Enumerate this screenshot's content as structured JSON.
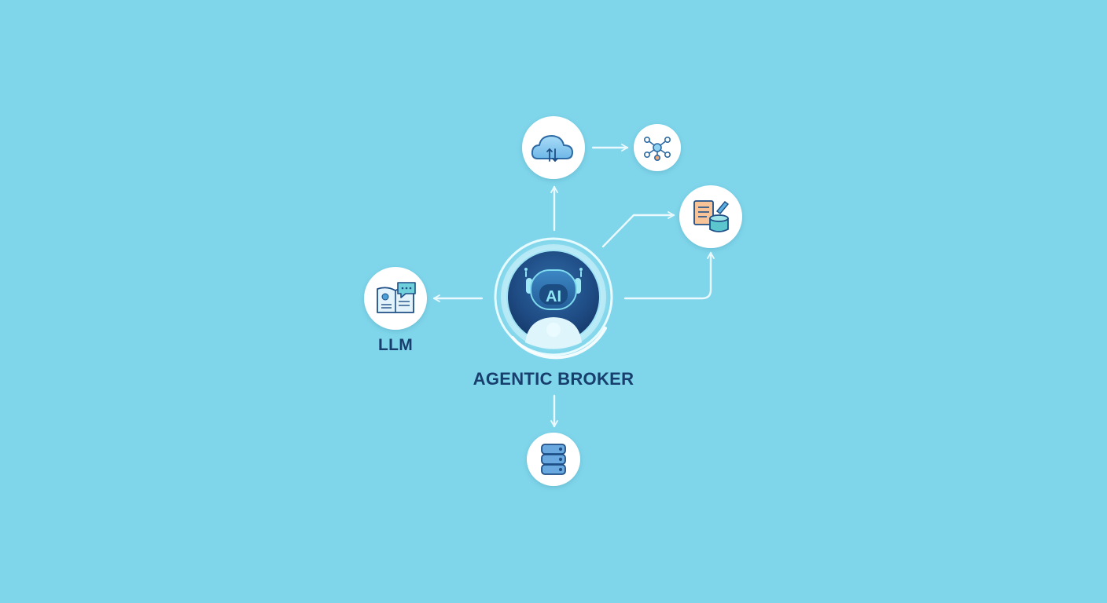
{
  "broker": {
    "label": "AGENTIC BROKER",
    "badge_text": "AI"
  },
  "nodes": [
    {
      "id": "llm",
      "label": "LLM",
      "icon": "book-chat-icon"
    },
    {
      "id": "cloud",
      "icon": "cloud-sync-icon"
    },
    {
      "id": "network",
      "icon": "network-graph-icon"
    },
    {
      "id": "docs-db",
      "icon": "document-database-icon"
    },
    {
      "id": "database",
      "icon": "database-server-icon"
    }
  ],
  "colors": {
    "background": "#7fd5ea",
    "node_fill": "#ffffff",
    "arrow": "#eaf9fd",
    "label_text": "#173e6c",
    "broker_core": "#1f4f86",
    "icon_blue": "#2d6aa3",
    "icon_teal": "#3ab3c3",
    "icon_orange": "#f2a872"
  }
}
